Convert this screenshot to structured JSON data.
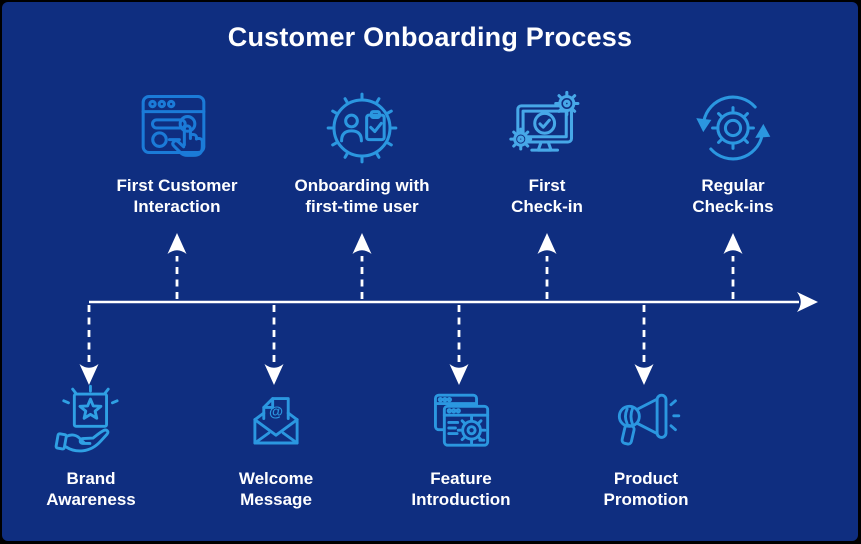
{
  "title": "Customer Onboarding Process",
  "at_symbol": "@",
  "colors": {
    "frame": "#000000",
    "background": "#0F2E80",
    "text": "#FFFFFF",
    "timeline": "#FFFFFF"
  },
  "timeline": {
    "direction": "left-to-right",
    "top_stages": [
      {
        "icon": "browser-click-icon",
        "icon_color": "#1B7BD8",
        "label_lines": [
          "First Customer",
          "Interaction"
        ]
      },
      {
        "icon": "user-gear-checklist-icon",
        "icon_color": "#2B97E0",
        "label_lines": [
          "Onboarding with",
          "first-time user"
        ]
      },
      {
        "icon": "monitor-check-gears-icon",
        "icon_color": "#47A8E8",
        "label_lines": [
          "First",
          "Check-in"
        ]
      },
      {
        "icon": "gear-sync-arrows-icon",
        "icon_color": "#2B97E0",
        "label_lines": [
          "Regular",
          "Check-ins"
        ]
      }
    ],
    "bottom_stages": [
      {
        "icon": "hand-star-box-icon",
        "icon_color": "#2FA0E4",
        "label_lines": [
          "Brand",
          "Awareness"
        ]
      },
      {
        "icon": "envelope-at-icon",
        "icon_color": "#2B97E0",
        "label_lines": [
          "Welcome",
          "Message"
        ]
      },
      {
        "icon": "windows-gear-icon",
        "icon_color": "#2B97E0",
        "label_lines": [
          "Feature",
          "Introduction"
        ]
      },
      {
        "icon": "megaphone-icon",
        "icon_color": "#2B97E0",
        "label_lines": [
          "Product",
          "Promotion"
        ]
      }
    ]
  }
}
